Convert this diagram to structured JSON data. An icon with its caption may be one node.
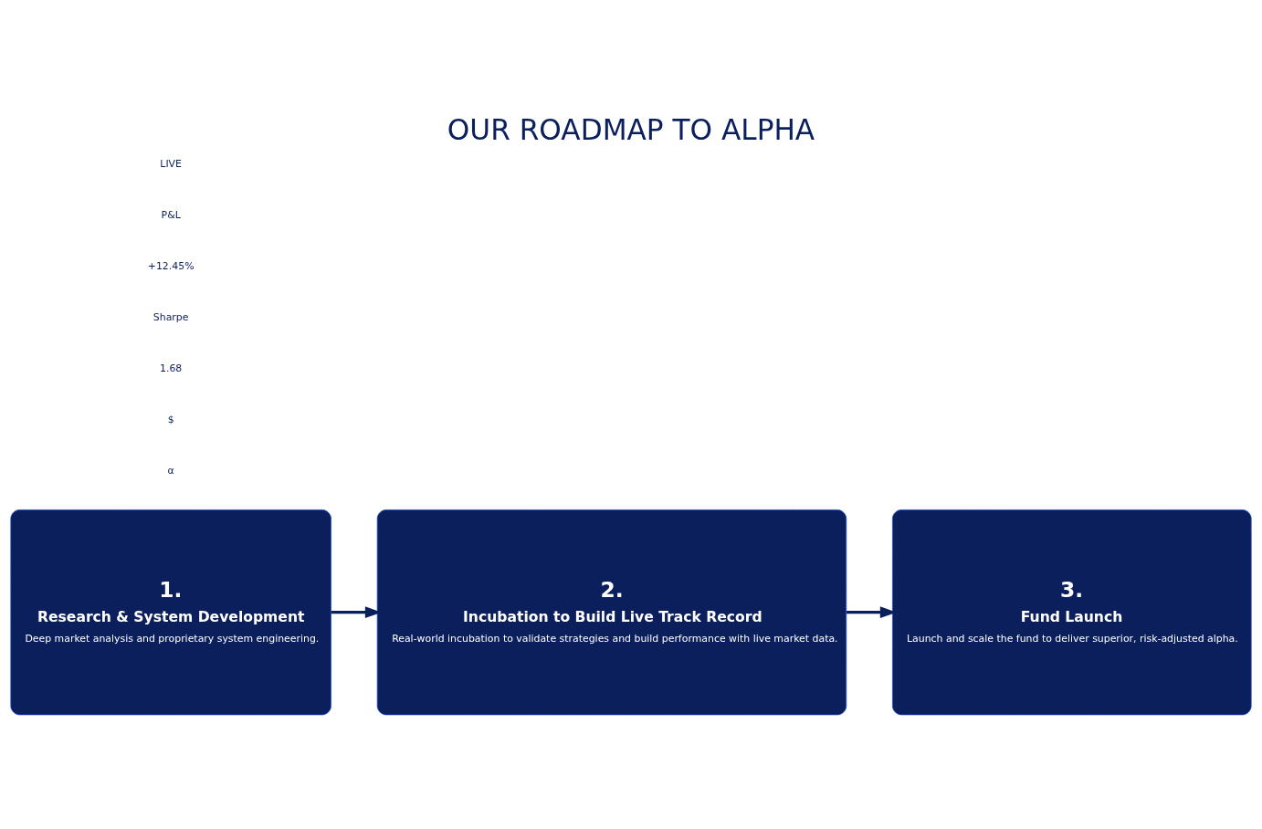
{
  "diagram": {
    "title": "OUR ROADMAP TO ALPHA",
    "nodes": [
      {
        "text": [
          "1.",
          "Research & System Development",
          "Deep market analysis and proprietary system engineering."
        ]
      },
      {
        "text": [
          "2.",
          "Incubation to Build Live Track Record",
          "Real-world incubation to validate strategies and build performance with live market data."
        ]
      },
      {
        "text": [
          "3.",
          "Fund Launch",
          "Launch and scale the fund to deliver superior, risk-adjusted alpha."
        ]
      }
    ],
    "edges": [
      {
        "from": 0,
        "to": 1,
        "arrow": "to"
      },
      {
        "from": 1,
        "to": 2,
        "arrow": "to"
      }
    ],
    "labels": [
      "LIVE",
      "P&L",
      "+12.45%",
      "Sharpe",
      "1.68",
      "$",
      "α"
    ]
  }
}
